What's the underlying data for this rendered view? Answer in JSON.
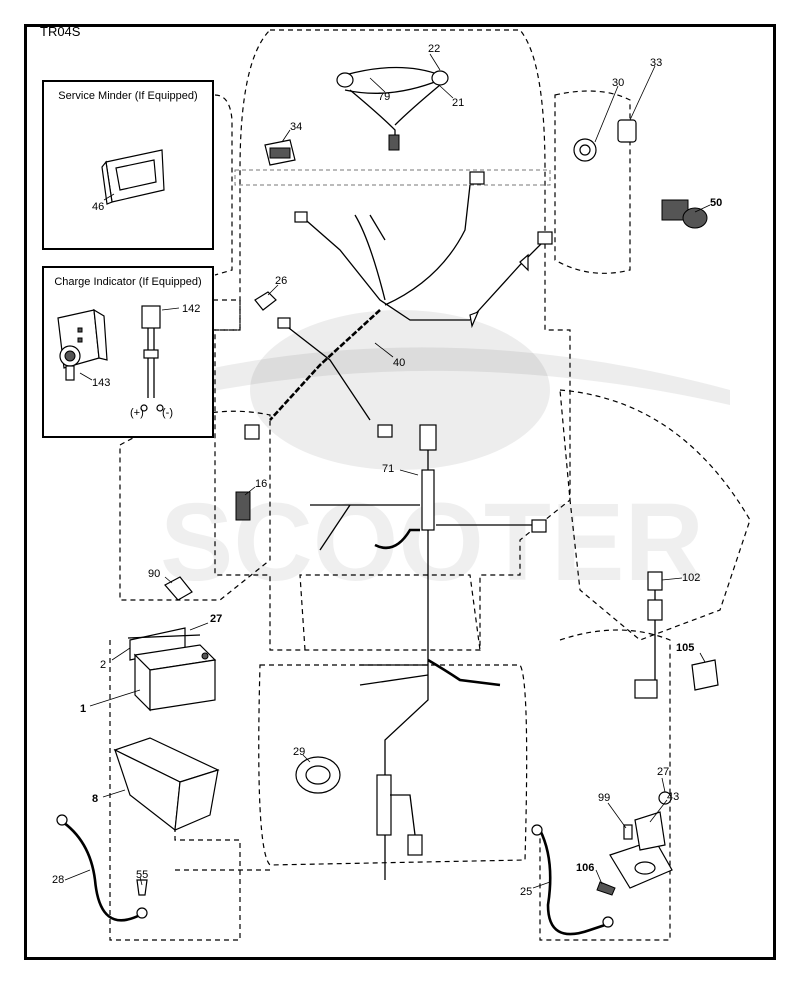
{
  "page_code": "TR04S",
  "inset_service": {
    "title": "Service Minder (If Equipped)",
    "parts": [
      "46"
    ]
  },
  "inset_charge": {
    "title": "Charge Indicator (If Equipped)",
    "parts": [
      "142",
      "143"
    ],
    "plus": "(+)",
    "minus": "(-)"
  },
  "watermark": "SCOOTER",
  "callouts": [
    "22",
    "79",
    "21",
    "34",
    "30",
    "33",
    "50",
    "26",
    "40",
    "71",
    "16",
    "90",
    "27",
    "2",
    "1",
    "8",
    "29",
    "102",
    "105",
    "27",
    "43",
    "99",
    "106",
    "25",
    "28",
    "55"
  ]
}
